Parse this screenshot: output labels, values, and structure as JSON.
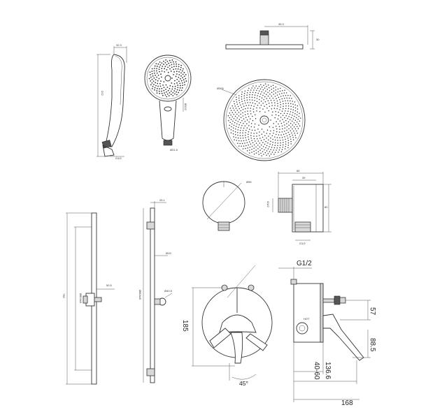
{
  "labels": {
    "hand_shower_side_width": "32.3",
    "hand_shower_length": "222",
    "hand_shower_face_dia": "Ø122",
    "hand_shower_inlet": "G1/2",
    "hand_shower_connector": "Ø21.5",
    "overhead_arm_width": "35.3",
    "overhead_height": "30",
    "overhead_dia": "Ø300",
    "elbow_front_dia": "Ø95",
    "elbow_overall_width": "68",
    "elbow_body_width": "39",
    "elbow_thread": "G1/2",
    "elbow_height": "80",
    "elbow_outlet": "G1/2",
    "rail_length": "760",
    "rail_holder_offset": "50.5",
    "rail_bracket_width": "25.1",
    "rail_pipe_dia": "Ø19",
    "rail_mount_dia": "Ø40.5",
    "rail_bar_dims": "Ø804x5",
    "valve_inlet": "G1/2",
    "valve_height": "185",
    "valve_angle": "45°",
    "valve_spout_height": "57",
    "valve_depth_range": "40-60",
    "valve_depth": "136.6",
    "valve_total_depth": "168",
    "valve_handle_height": "88.5",
    "valve_hot_mark": "HOT"
  }
}
